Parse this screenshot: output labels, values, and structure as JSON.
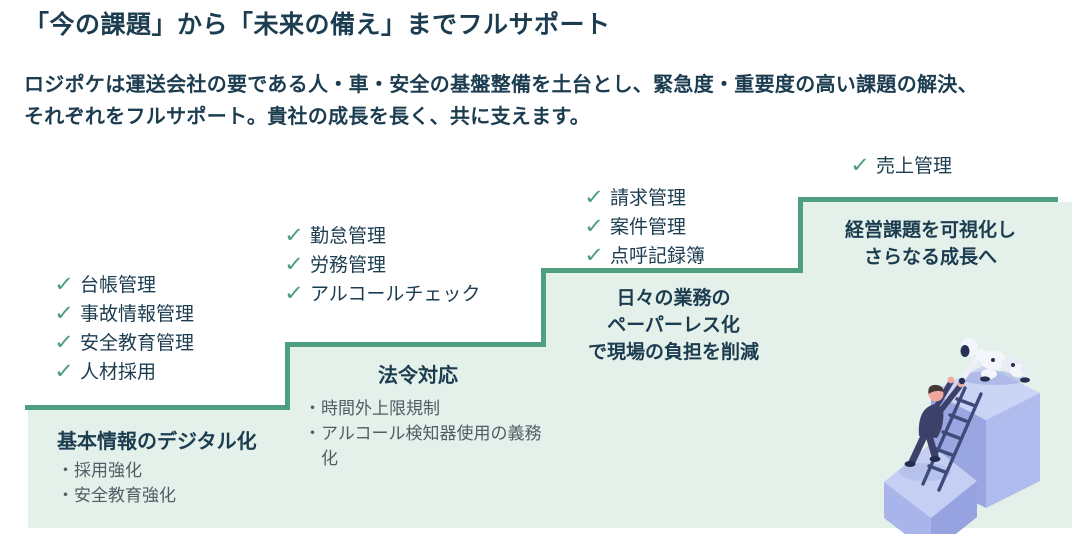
{
  "page": {
    "title": "「今の課題」から「未来の備え」までフルサポート",
    "subtitle_line1": "ロジポケは運送会社の要である人・車・安全の基盤整備を土台とし、緊急度・重要度の高い課題の解決、",
    "subtitle_line2": "それぞれをフルサポート。貴社の成長を長く、共に支えます。"
  },
  "icons": {
    "check": "✓",
    "bullet": "・"
  },
  "colors": {
    "accent_green": "#4f9e80",
    "step_fill": "#e4f0ea",
    "text_dark": "#1c3c50",
    "text_gray": "#525c64",
    "illustration_block": "#aeb9ec"
  },
  "steps": [
    {
      "checklist": [
        "台帳管理",
        "事故情報管理",
        "安全教育管理",
        "人材採用"
      ],
      "label": "基本情報のデジタル化",
      "bullets": [
        "採用強化",
        "安全教育強化"
      ]
    },
    {
      "checklist": [
        "勤怠管理",
        "労務管理",
        "アルコールチェック"
      ],
      "label": "法令対応",
      "bullets": [
        "時間外上限規制",
        "アルコール検知器使用の義務化"
      ]
    },
    {
      "checklist": [
        "請求管理",
        "案件管理",
        "点呼記録簿"
      ],
      "label_line1": "日々の業務の",
      "label_line2": "ペーパーレス化",
      "label_line3": "で現場の負担を削減"
    },
    {
      "checklist": [
        "売上管理"
      ],
      "label_line1": "経営課題を可視化し",
      "label_line2": "さらなる成長へ"
    }
  ]
}
